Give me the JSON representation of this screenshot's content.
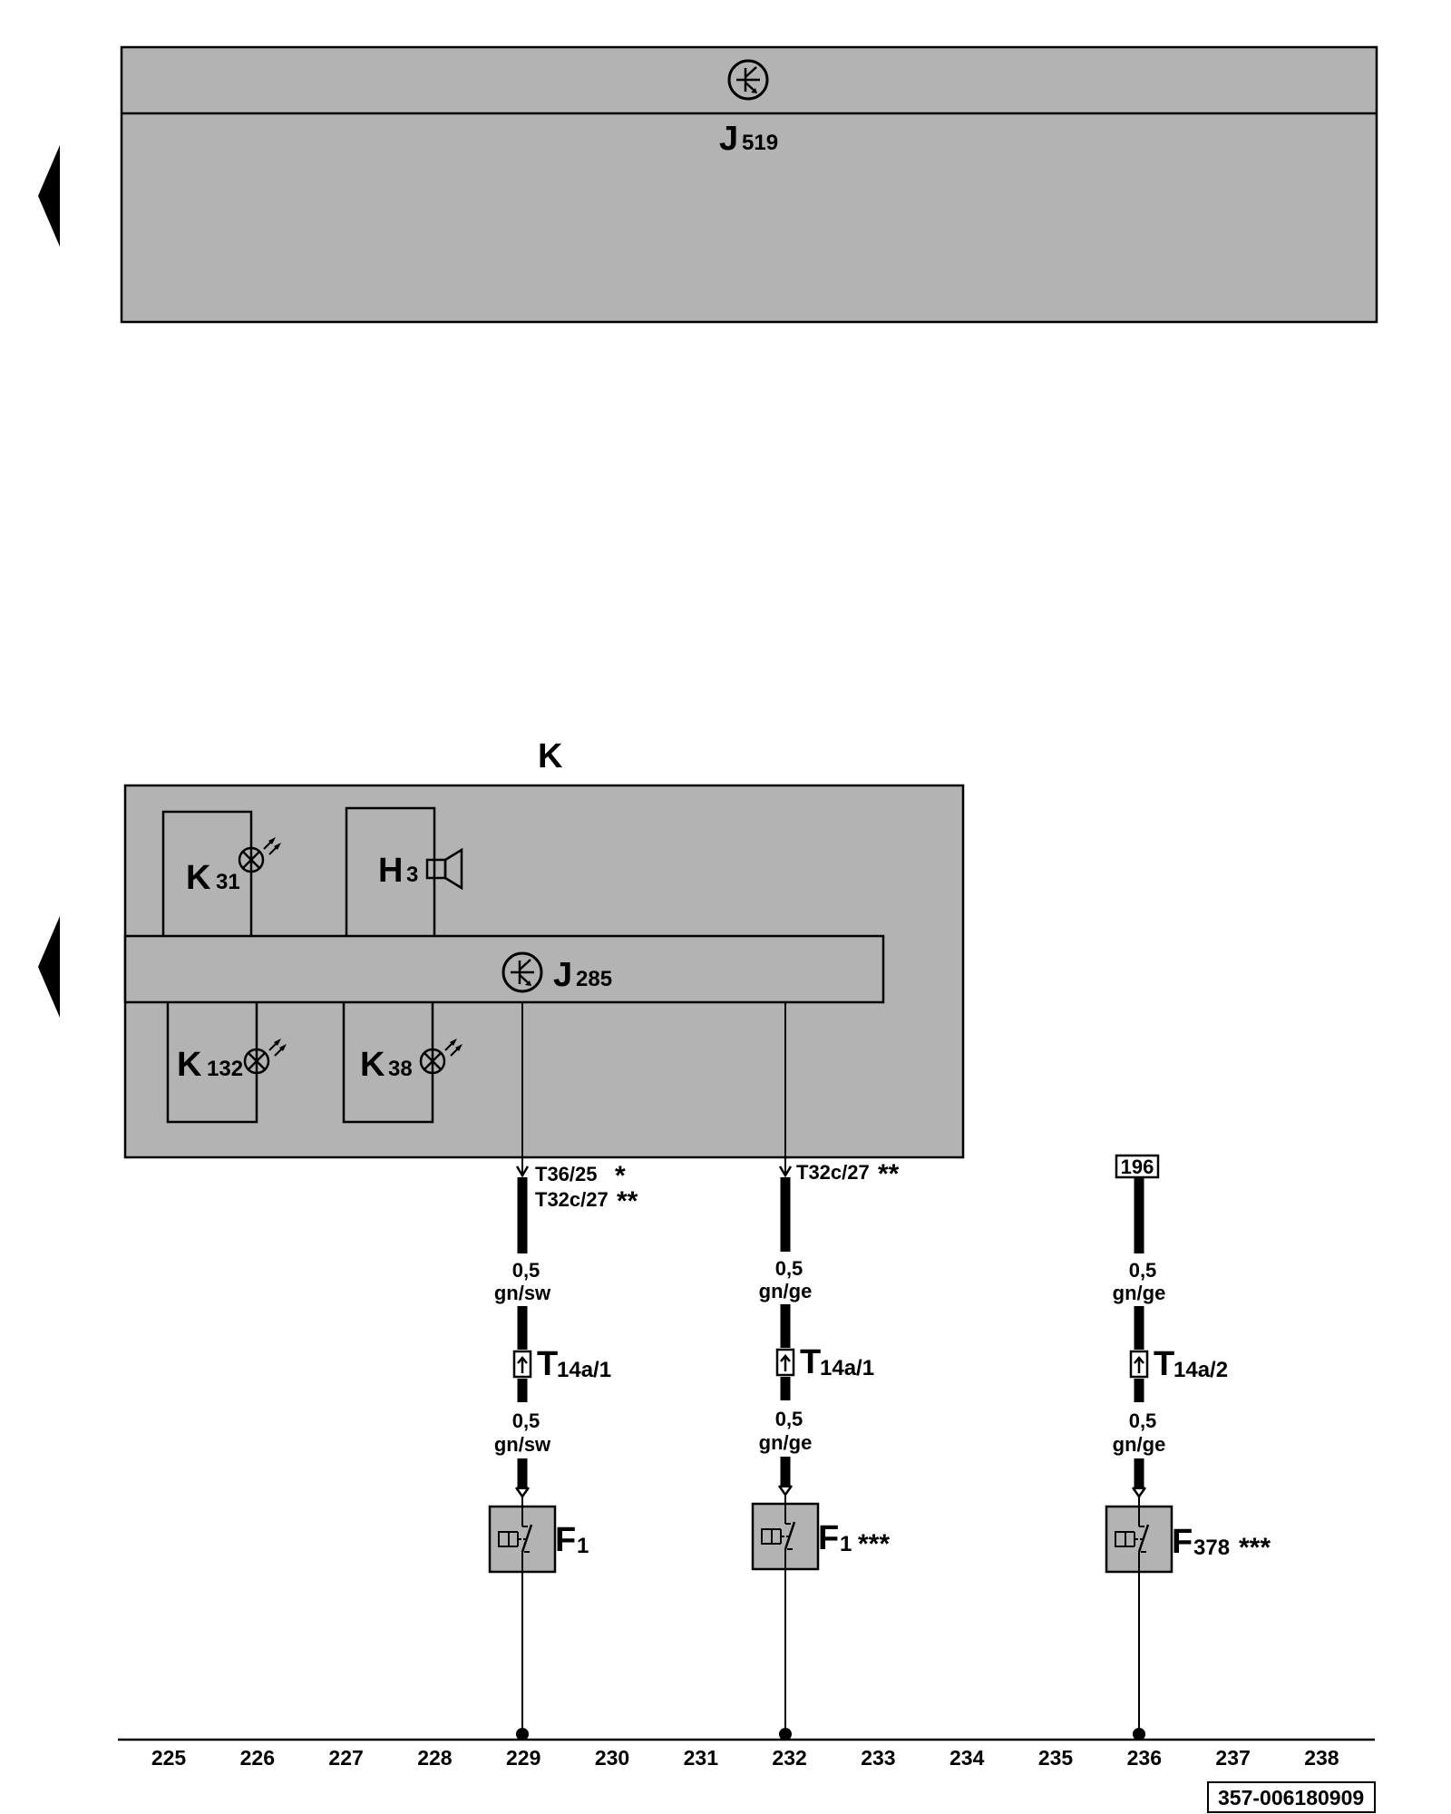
{
  "control_unit_top": {
    "label": "J",
    "sub": "519"
  },
  "instrument_cluster": {
    "label": "K",
    "bus_label": "J",
    "bus_sub": "285",
    "k31_label": "K",
    "k31_sub": "31",
    "h3_label": "H",
    "h3_sub": "3",
    "k132_label": "K",
    "k132_sub": "132",
    "k38_label": "K",
    "k38_sub": "38"
  },
  "circuits": {
    "c1": {
      "pin_a": "T36/25",
      "pin_a_mark": "*",
      "pin_b": "T32c/27",
      "pin_b_mark": "**",
      "wire_top_size": "0,5",
      "wire_top_color": "gn/sw",
      "conn": "T",
      "conn_sub": "14a/1",
      "wire_bot_size": "0,5",
      "wire_bot_color": "gn/sw",
      "switch": "F",
      "switch_sub": "1",
      "switch_mark": ""
    },
    "c2": {
      "pin_a": "T32c/27",
      "pin_a_mark": "**",
      "wire_top_size": "0,5",
      "wire_top_color": "gn/ge",
      "conn": "T",
      "conn_sub": "14a/1",
      "wire_bot_size": "0,5",
      "wire_bot_color": "gn/ge",
      "switch": "F",
      "switch_sub": "1",
      "switch_mark": "***"
    },
    "c3": {
      "ref_box": "196",
      "wire_top_size": "0,5",
      "wire_top_color": "gn/ge",
      "conn": "T",
      "conn_sub": "14a/2",
      "wire_bot_size": "0,5",
      "wire_bot_color": "gn/ge",
      "switch": "F",
      "switch_sub": "378",
      "switch_mark": "***"
    }
  },
  "ground_rail": {
    "numbers": [
      "225",
      "226",
      "227",
      "228",
      "229",
      "230",
      "231",
      "232",
      "233",
      "234",
      "235",
      "236",
      "237",
      "238"
    ]
  },
  "footer": {
    "reference": "357-006180909"
  },
  "colors": {
    "component_fill": "#b3b3b3",
    "line": "#000000",
    "background": "#ffffff"
  }
}
